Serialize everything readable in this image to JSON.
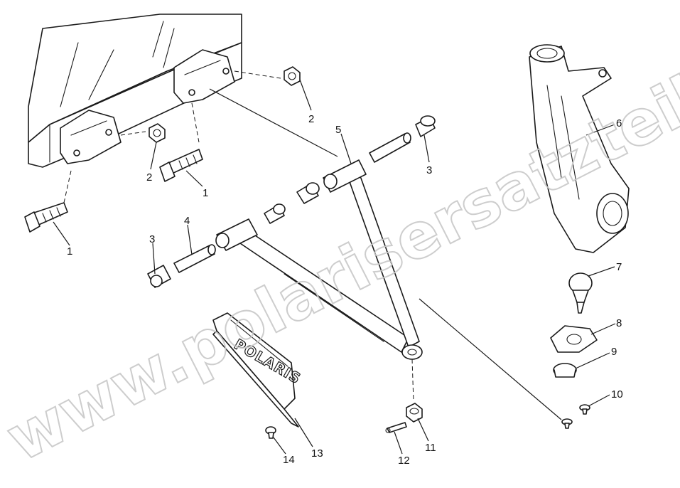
{
  "watermark": "www.polarisersatzteile.de",
  "logo": "POLARIS",
  "callouts": {
    "c1a": "1",
    "c1b": "1",
    "c2a": "2",
    "c2b": "2",
    "c3a": "3",
    "c3b": "3",
    "c4": "4",
    "c5": "5",
    "c6": "6",
    "c7": "7",
    "c8": "8",
    "c9": "9",
    "c10": "10",
    "c11": "11",
    "c12": "12",
    "c13": "13",
    "c14": "14"
  }
}
